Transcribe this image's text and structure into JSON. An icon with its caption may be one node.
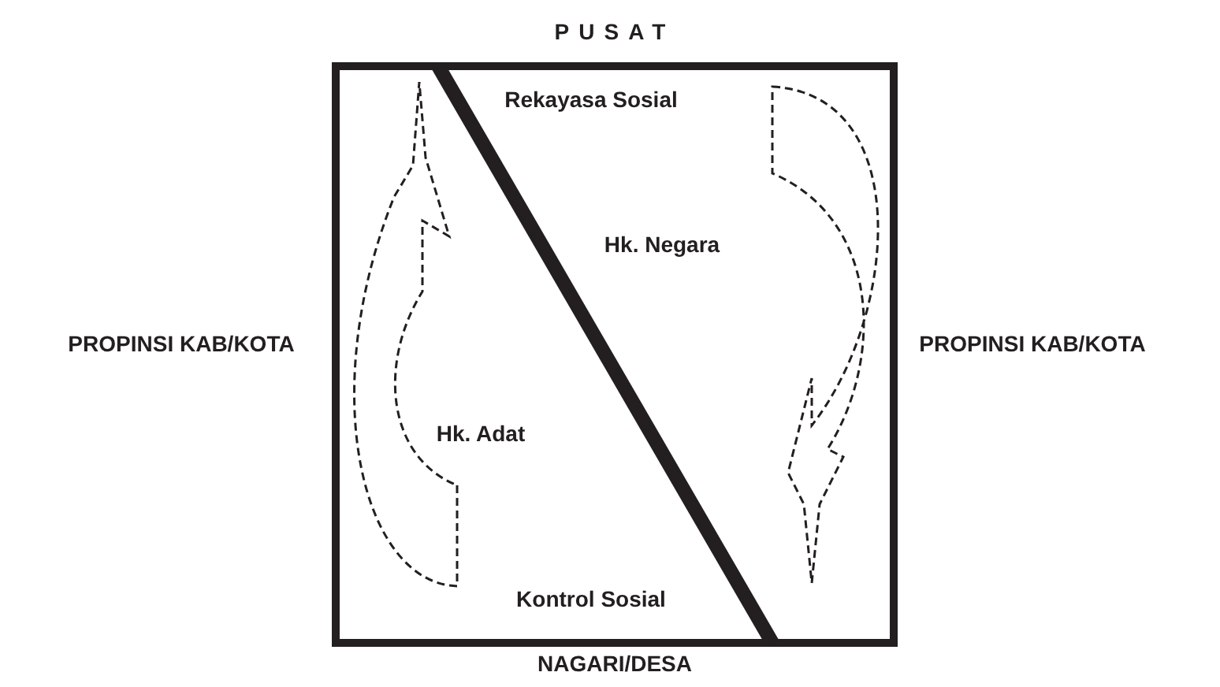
{
  "diagram": {
    "labels": [
      "PUSAT",
      "PROPINSI KAB/KOTA",
      "Rekayasa Sosial",
      "Hk. Negara",
      "Hk. Adat",
      "Kontrol Sosial",
      "PROPINSI KAB/KOTA",
      "NAGARI/DESA"
    ]
  }
}
